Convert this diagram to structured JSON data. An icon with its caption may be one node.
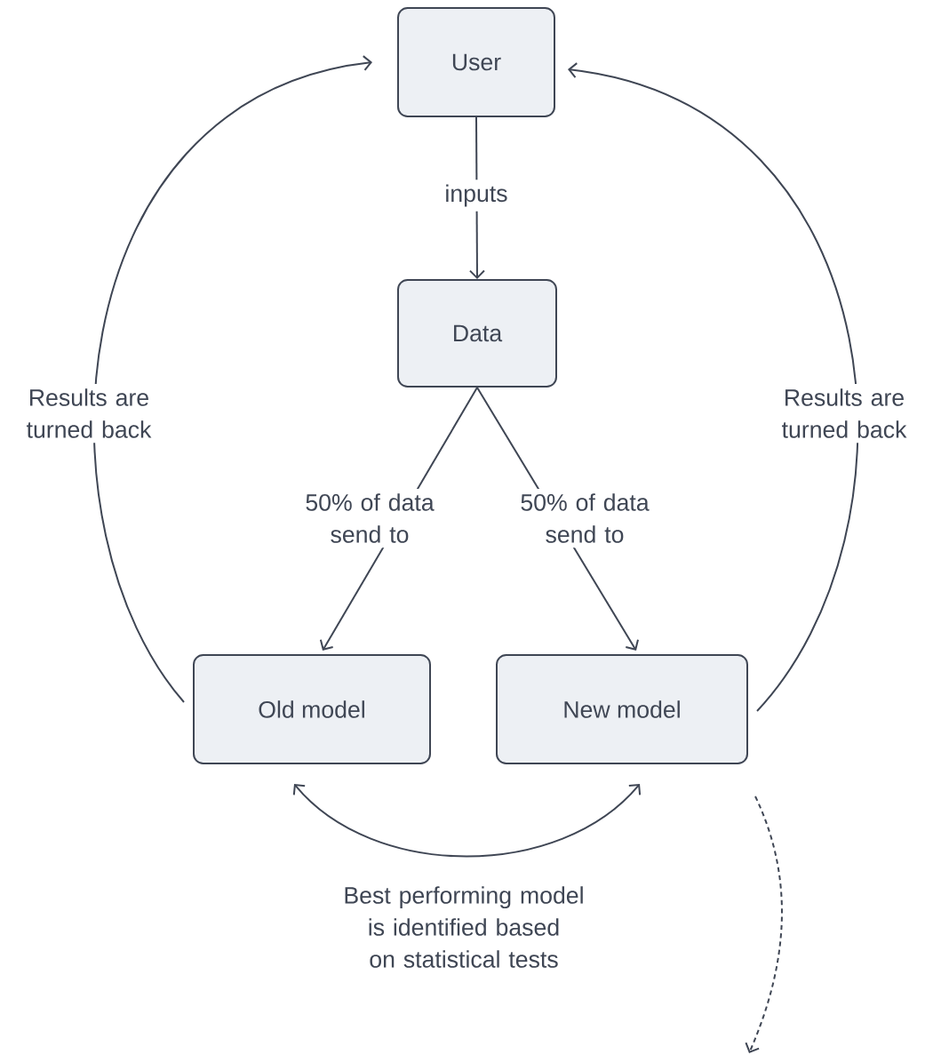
{
  "diagram": {
    "nodes": [
      {
        "text": [
          "User"
        ]
      },
      {
        "text": [
          "Data"
        ]
      },
      {
        "text": [
          "Old model"
        ]
      },
      {
        "text": [
          "New model"
        ]
      }
    ],
    "edges": [
      {
        "from": 0,
        "to": 1,
        "arrow": "to",
        "label": "inputs"
      },
      {
        "from": 1,
        "to": 2,
        "arrow": "to",
        "label": "50% of data send to"
      },
      {
        "from": 1,
        "to": 3,
        "arrow": "to",
        "label": "50% of data send to"
      },
      {
        "from": 2,
        "to": 0,
        "arrow": "to",
        "label": "Results are turned back"
      },
      {
        "from": 3,
        "to": 0,
        "arrow": "to",
        "label": "Results are turned back"
      },
      {
        "from": 2,
        "to": 3,
        "arrow": "both"
      },
      {
        "from": 3,
        "to": null,
        "arrow": "to",
        "style": "dashed"
      }
    ],
    "labels": [
      "Best performing model is identified based on statistical tests"
    ]
  }
}
